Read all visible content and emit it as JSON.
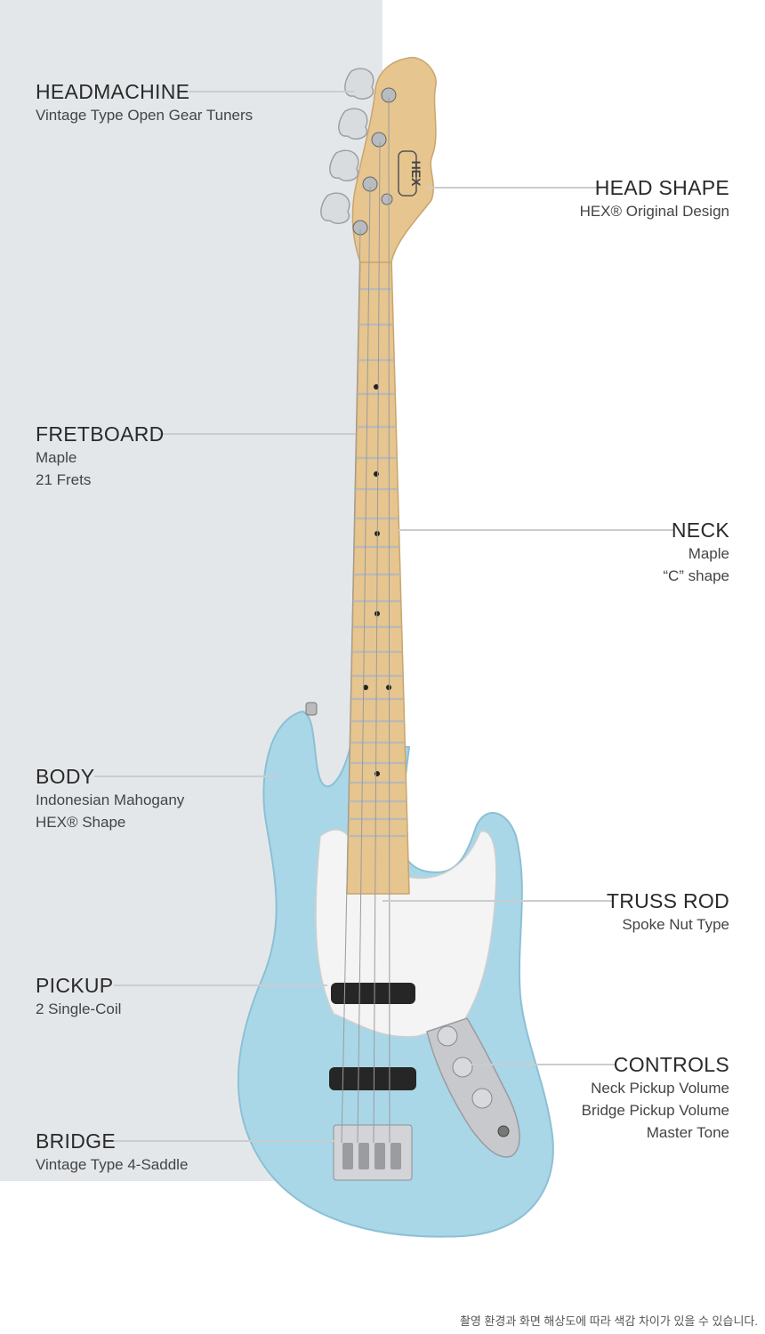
{
  "specs": {
    "headmachine": {
      "title": "HEADMACHINE",
      "lines": [
        "Vintage Type Open Gear Tuners"
      ]
    },
    "head_shape": {
      "title": "HEAD SHAPE",
      "lines": [
        "HEX® Original Design"
      ]
    },
    "fretboard": {
      "title": "FRETBOARD",
      "lines": [
        "Maple",
        "21 Frets"
      ]
    },
    "neck": {
      "title": "NECK",
      "lines": [
        "Maple",
        "“C” shape"
      ]
    },
    "body": {
      "title": "BODY",
      "lines": [
        "Indonesian Mahogany",
        "HEX® Shape"
      ]
    },
    "truss_rod": {
      "title": "TRUSS ROD",
      "lines": [
        "Spoke Nut Type"
      ]
    },
    "pickup": {
      "title": "PICKUP",
      "lines": [
        "2 Single-Coil"
      ]
    },
    "controls": {
      "title": "CONTROLS",
      "lines": [
        "Neck Pickup Volume",
        "Bridge Pickup Volume",
        "Master Tone"
      ]
    },
    "bridge": {
      "title": "BRIDGE",
      "lines": [
        "Vintage Type 4-Saddle"
      ]
    }
  },
  "headstock_logo": "HEX",
  "colors": {
    "body": "#a9d7e8",
    "panel": "#e4e7ea",
    "maple": "#e6c58f",
    "pickguard": "#f4f4f4"
  },
  "footer_note": "촬영 환경과 화면 해상도에 따라 색감 차이가 있을 수 있습니다."
}
